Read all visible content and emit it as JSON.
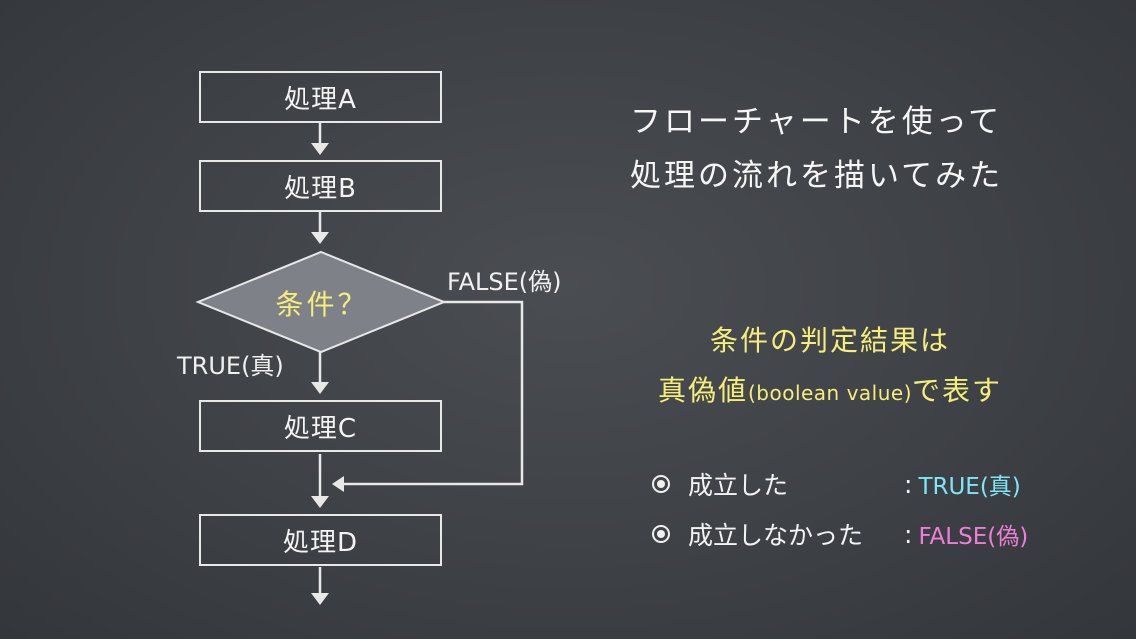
{
  "flowchart": {
    "process_a": "処理A",
    "process_b": "処理B",
    "condition": "条件？",
    "false_label": "FALSE(偽)",
    "true_label": "TRUE(真)",
    "process_c": "処理C",
    "process_d": "処理D"
  },
  "title": {
    "line1": "フローチャートを使って",
    "line2": "処理の流れを描いてみた"
  },
  "explanation": {
    "line1": "条件の判定結果は",
    "line2_prefix": "真偽値",
    "line2_paren": "(boolean value)",
    "line2_suffix": "で表す"
  },
  "bullets": [
    {
      "text": "成立した",
      "colon": ":",
      "value": "TRUE(真)"
    },
    {
      "text": "成立しなかった",
      "colon": ":",
      "value": "FALSE(偽)"
    }
  ],
  "colors": {
    "chalk_white": "#e8e8e8",
    "chalk_yellow": "#f5ee7a",
    "chalk_cyan": "#7fe6f5",
    "chalk_magenta": "#f07ed8",
    "diamond_fill": "#7e8288"
  }
}
